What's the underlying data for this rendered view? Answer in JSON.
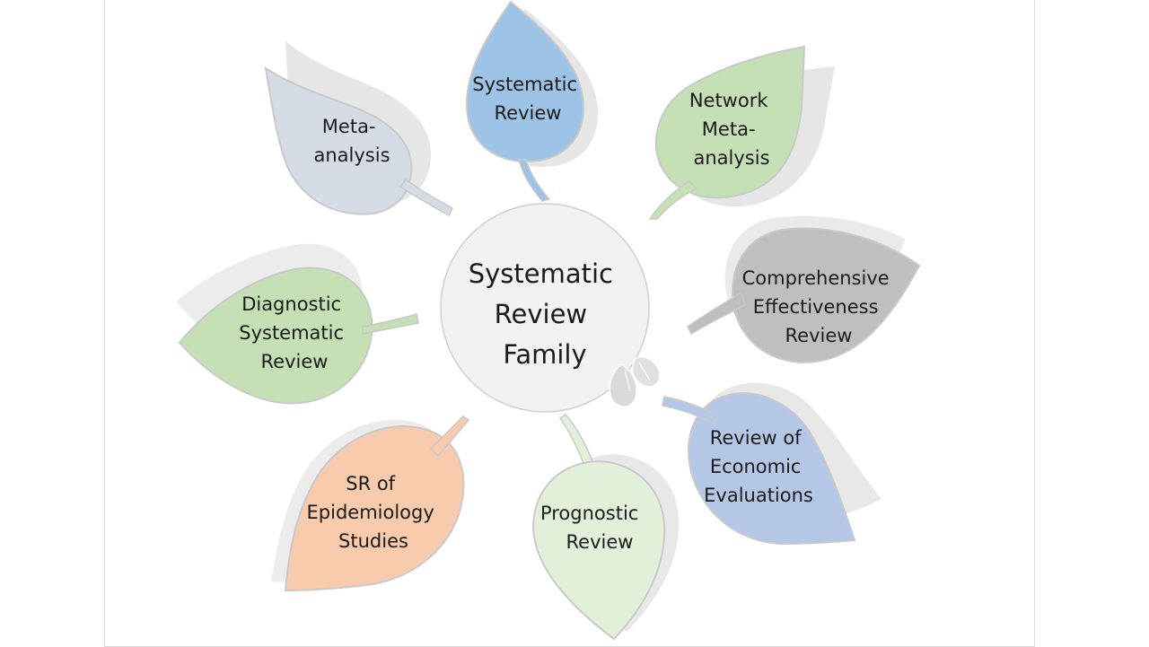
{
  "center": {
    "lines": [
      "Systematic",
      "Review",
      "Family"
    ]
  },
  "leaves": [
    {
      "id": "systematic-review",
      "lines": [
        "Systematic",
        "Review"
      ],
      "fill": "#9dc3e6"
    },
    {
      "id": "network-meta-analysis",
      "lines": [
        "Network",
        "Meta-",
        "analysis"
      ],
      "fill": "#c5e0b4"
    },
    {
      "id": "comprehensive-effectiveness-review",
      "lines": [
        "Comprehensive",
        "Effectiveness",
        "Review"
      ],
      "fill": "#bfbfbf"
    },
    {
      "id": "review-of-economic-evaluations",
      "lines": [
        "Review of",
        "Economic",
        "Evaluations"
      ],
      "fill": "#b4c7e7"
    },
    {
      "id": "prognostic-review",
      "lines": [
        "Prognostic",
        "Review"
      ],
      "fill": "#e2f0d9"
    },
    {
      "id": "sr-of-epidemiology-studies",
      "lines": [
        "SR of",
        "Epidemiology",
        "Studies"
      ],
      "fill": "#f8cbad"
    },
    {
      "id": "diagnostic-systematic-review",
      "lines": [
        "Diagnostic",
        "Systematic",
        "Review"
      ],
      "fill": "#c5e0b4"
    },
    {
      "id": "meta-analysis",
      "lines": [
        "Meta-",
        "analysis"
      ],
      "fill": "#d6dce5"
    }
  ]
}
